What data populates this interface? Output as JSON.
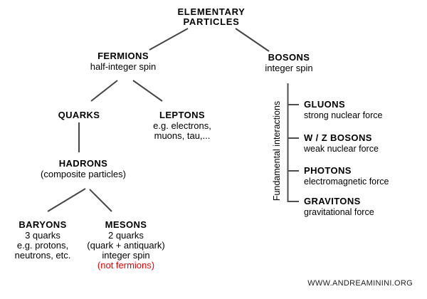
{
  "diagram": {
    "root": {
      "line1": "ELEMENTARY",
      "line2": "PARTICLES"
    },
    "fermions": {
      "title": "FERMIONS",
      "subtitle": "half-integer spin"
    },
    "bosons": {
      "title": "BOSONS",
      "subtitle": "integer spin"
    },
    "quarks": {
      "title": "QUARKS"
    },
    "leptons": {
      "title": "LEPTONS",
      "line1": "e.g. electrons,",
      "line2": "muons, tau,..."
    },
    "hadrons": {
      "title": "HADRONS",
      "subtitle": "(composite particles)"
    },
    "baryons": {
      "title": "BARYONS",
      "line1": "3 quarks",
      "line2": "e.g. protons,",
      "line3": "neutrons, etc."
    },
    "mesons": {
      "title": "MESONS",
      "line1": "2 quarks",
      "line2": "(quark + antiquark)",
      "line3": "integer spin",
      "note": "(not fermions)"
    },
    "interactions": {
      "label": "Fundamental interactions",
      "items": [
        {
          "title": "GLUONS",
          "subtitle": "strong nuclear force"
        },
        {
          "title": "W / Z BOSONS",
          "subtitle": "weak nuclear force"
        },
        {
          "title": "PHOTONS",
          "subtitle": "electromagnetic force"
        },
        {
          "title": "GRAVITONS",
          "subtitle": "gravitational force"
        }
      ]
    },
    "footer": {
      "url": "WWW.ANDREAMININI.ORG"
    },
    "colors": {
      "background": "#ffffff",
      "text": "#000000",
      "note_red": "#ee0000",
      "tree_line": "#454545",
      "bracket_line": "#4f4f4f"
    }
  }
}
